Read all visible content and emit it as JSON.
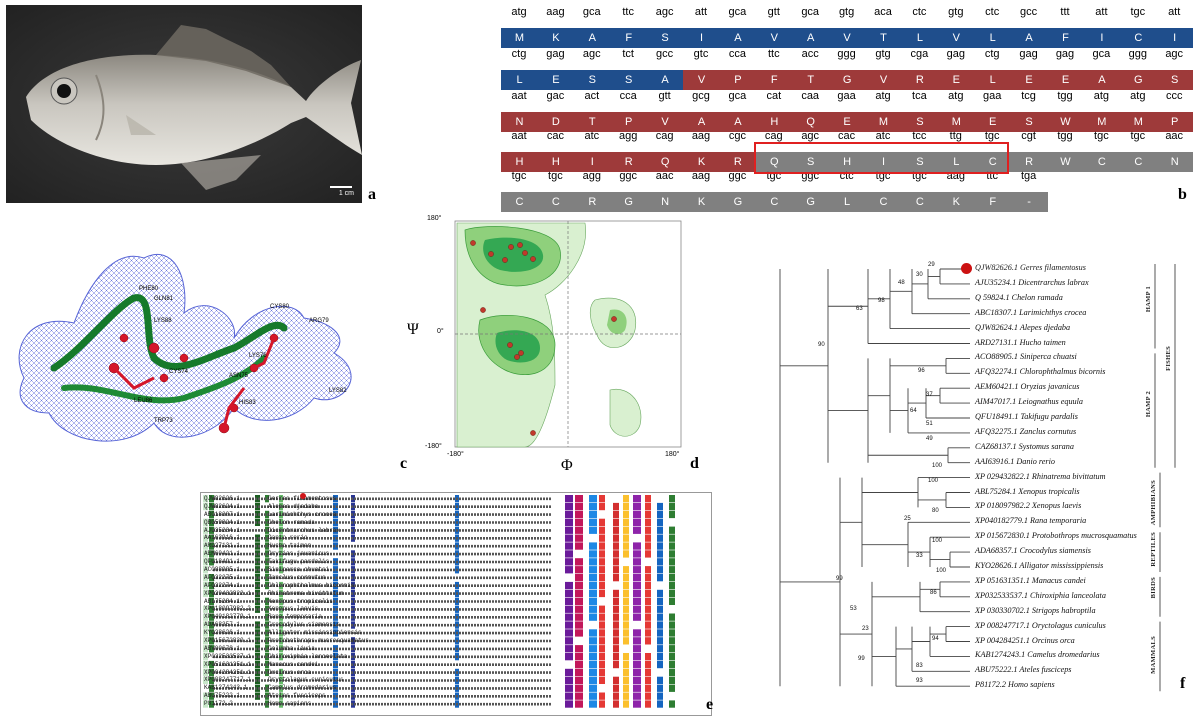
{
  "panel_labels": {
    "a": "a",
    "b": "b",
    "c": "c",
    "d": "d",
    "e": "e",
    "f": "f"
  },
  "panel_a": {
    "scale_text": "1 cm"
  },
  "panel_b": {
    "rows": [
      {
        "codons": [
          "atg",
          "aag",
          "gca",
          "ttc",
          "agc",
          "att",
          "gca",
          "gtt",
          "gca",
          "gtg",
          "aca",
          "ctc",
          "gtg",
          "ctc",
          "gcc",
          "ttt",
          "att",
          "tgc",
          "att"
        ],
        "aas": [
          "M",
          "K",
          "A",
          "F",
          "S",
          "I",
          "A",
          "V",
          "A",
          "V",
          "T",
          "L",
          "V",
          "L",
          "A",
          "F",
          "I",
          "C",
          "I"
        ]
      },
      {
        "codons": [
          "ctg",
          "gag",
          "agc",
          "tct",
          "gcc",
          "gtc",
          "cca",
          "ttc",
          "acc",
          "ggg",
          "gtg",
          "cga",
          "gag",
          "ctg",
          "gag",
          "gag",
          "gca",
          "ggg",
          "agc"
        ],
        "aas": [
          "L",
          "E",
          "S",
          "S",
          "A",
          "V",
          "P",
          "F",
          "T",
          "G",
          "V",
          "R",
          "E",
          "L",
          "E",
          "E",
          "A",
          "G",
          "S"
        ]
      },
      {
        "codons": [
          "aat",
          "gac",
          "act",
          "cca",
          "gtt",
          "gcg",
          "gca",
          "cat",
          "caa",
          "gaa",
          "atg",
          "tca",
          "atg",
          "gaa",
          "tcg",
          "tgg",
          "atg",
          "atg",
          "ccc"
        ],
        "aas": [
          "N",
          "D",
          "T",
          "P",
          "V",
          "A",
          "A",
          "H",
          "Q",
          "E",
          "M",
          "S",
          "M",
          "E",
          "S",
          "W",
          "M",
          "M",
          "P"
        ]
      },
      {
        "codons": [
          "aat",
          "cac",
          "atc",
          "agg",
          "cag",
          "aag",
          "cgc",
          "cag",
          "agc",
          "cac",
          "atc",
          "tcc",
          "ttg",
          "tgc",
          "cgt",
          "tgg",
          "tgc",
          "tgc",
          "aac"
        ],
        "aas": [
          "H",
          "H",
          "I",
          "R",
          "Q",
          "K",
          "R",
          "Q",
          "S",
          "H",
          "I",
          "S",
          "L",
          "C",
          "R",
          "W",
          "C",
          "C",
          "N"
        ]
      },
      {
        "codons": [
          "tgc",
          "tgc",
          "agg",
          "ggc",
          "aac",
          "aag",
          "ggc",
          "tgc",
          "ggc",
          "ctc",
          "tgc",
          "tgc",
          "aag",
          "ttc",
          "tga"
        ],
        "aas": [
          "C",
          "C",
          "R",
          "G",
          "N",
          "K",
          "G",
          "C",
          "G",
          "L",
          "C",
          "C",
          "K",
          "F",
          "-"
        ]
      }
    ],
    "colors": {
      "signal": "#1f4e8c",
      "prodomain": "#9e3a3a",
      "mature": "#808080",
      "box": "#e02020"
    }
  },
  "panel_c": {
    "residue_labels": [
      "PHE80",
      "GLN81",
      "LYS88",
      "CYS80",
      "ARG79",
      "LYS82",
      "LYS76",
      "CYS74",
      "LEU86",
      "TRP73",
      "ASN75",
      "HIS83"
    ]
  },
  "panel_d": {
    "psi_label": "Ψ",
    "phi_label": "Φ",
    "ticks": {
      "y_top": "180°",
      "y_mid": "0°",
      "y_bot": "-180°",
      "x_left": "-180°",
      "x_right": "180°"
    }
  },
  "panel_e": {
    "sequences": [
      {
        "acc": "QJW82626.1",
        "sp": "Gerres filamentosus"
      },
      {
        "acc": "QJW82624.1",
        "sp": "Alepes djedaba"
      },
      {
        "acc": "ABC18307.1",
        "sp": "Larimichthys crocea"
      },
      {
        "acc": "QBG59824.1",
        "sp": "Chelon ramada"
      },
      {
        "acc": "AJU35234.1",
        "sp": "Dicentrarchus labrax"
      },
      {
        "acc": "AAI63916.1",
        "sp": "Danio rerio"
      },
      {
        "acc": "ARD27131.1",
        "sp": "Hucho taimen"
      },
      {
        "acc": "AEM60421.1",
        "sp": "Oryzias javanicus"
      },
      {
        "acc": "QFU18491.1",
        "sp": "Takifugu pardalis"
      },
      {
        "acc": "ACO88905.1",
        "sp": "Siniperca chuatsi"
      },
      {
        "acc": "AFQ32275.1",
        "sp": "Zanclus cornutus"
      },
      {
        "acc": "AFQ32274.1",
        "sp": "Chlorophthalmus bicornis"
      },
      {
        "acc": "XP029432822.1",
        "sp": "Rhinatrema bivittatum"
      },
      {
        "acc": "ABL75284.1",
        "sp": "Xenopus tropicalis"
      },
      {
        "acc": "XP018097982.2",
        "sp": "Xenopus laevis"
      },
      {
        "acc": "XP040182779.1",
        "sp": "Rana temporaria"
      },
      {
        "acc": "ADA68357.1",
        "sp": "Crocodylus siamensis"
      },
      {
        "acc": "KYO28626.1",
        "sp": "Alligator mississippiensis"
      },
      {
        "acc": "XP015672830.1",
        "sp": "Protobothrops mucrosquamatus"
      },
      {
        "acc": "ABV00678.1",
        "sp": "Columba livia"
      },
      {
        "acc": "XP032533537.1",
        "sp": "Chiroxiphia lanceolata"
      },
      {
        "acc": "XP051631351.1",
        "sp": "Manacus candei"
      },
      {
        "acc": "XP004284251.1",
        "sp": "Orcinus orca"
      },
      {
        "acc": "XP008247717.1",
        "sp": "Oryctolagus cuniculus"
      },
      {
        "acc": "KAB1274243.1",
        "sp": "Camelus dromedarius"
      },
      {
        "acc": "ABU75222.1",
        "sp": "Ateles fusciceps"
      },
      {
        "acc": "P81172.2",
        "sp": "Homo sapiens"
      }
    ]
  },
  "panel_f": {
    "leaves": [
      "QJW82626.1 Gerres filamentosus",
      "AJU35234.1 Dicentrarchus labrax",
      "Q    59824.1 Chelon ramada",
      "ABC18307.1 Larimichthys crocea",
      "QJW82624.1 Alepes djedaba",
      "ARD27131.1 Hucho taimen",
      "ACO88905.1 Siniperca chuatsi",
      "AFQ32274.1 Chlorophthalmus bicornis",
      "AEM60421.1 Oryzias javanicus",
      "AIM47017.1 Leiognathus equula",
      "QFU18491.1 Takifugu pardalis",
      "AFQ32275.1 Zanclus cornutus",
      "CAZ68137.1 Systomus sarana",
      "AAI63916.1 Danio rerio",
      "XP 029432822.1 Rhinatrema bivittatum",
      "ABL75284.1 Xenopus tropicalis",
      "XP 018097982.2 Xenopus laevis",
      "XP040182779.1 Rana temporaria",
      "XP 015672830.1 Protobothrops mucrosquamatus",
      "ADA68357.1 Crocodylus siamensis",
      "KYO28626.1 Alligator mississippiensis",
      "XP 051631351.1 Manacus candei",
      "XP032533537.1 Chiroxiphia lanceolata",
      "XP 030330702.1 Strigops habroptila",
      "XP 008247717.1 Oryctolagus cuniculus",
      "XP 004284251.1 Orcinus orca",
      "KAB1274243.1 Camelus dromedarius",
      "ABU75222.1 Ateles fusciceps",
      "P81172.2 Homo sapiens"
    ],
    "bootstraps": [
      "29",
      "30",
      "48",
      "98",
      "63",
      "90",
      "96",
      "37",
      "64",
      "51",
      "49",
      "100",
      "100",
      "25",
      "80",
      "100",
      "33",
      "99",
      "100",
      "86",
      "53",
      "23",
      "94",
      "99",
      "83",
      "93"
    ],
    "groups": [
      "HAMP 1",
      "HAMP 2",
      "FISHES",
      "AMPHIBIANS",
      "REPTILES",
      "BIRDS",
      "MAMMALS"
    ],
    "highlight_color": "#cc1111"
  }
}
